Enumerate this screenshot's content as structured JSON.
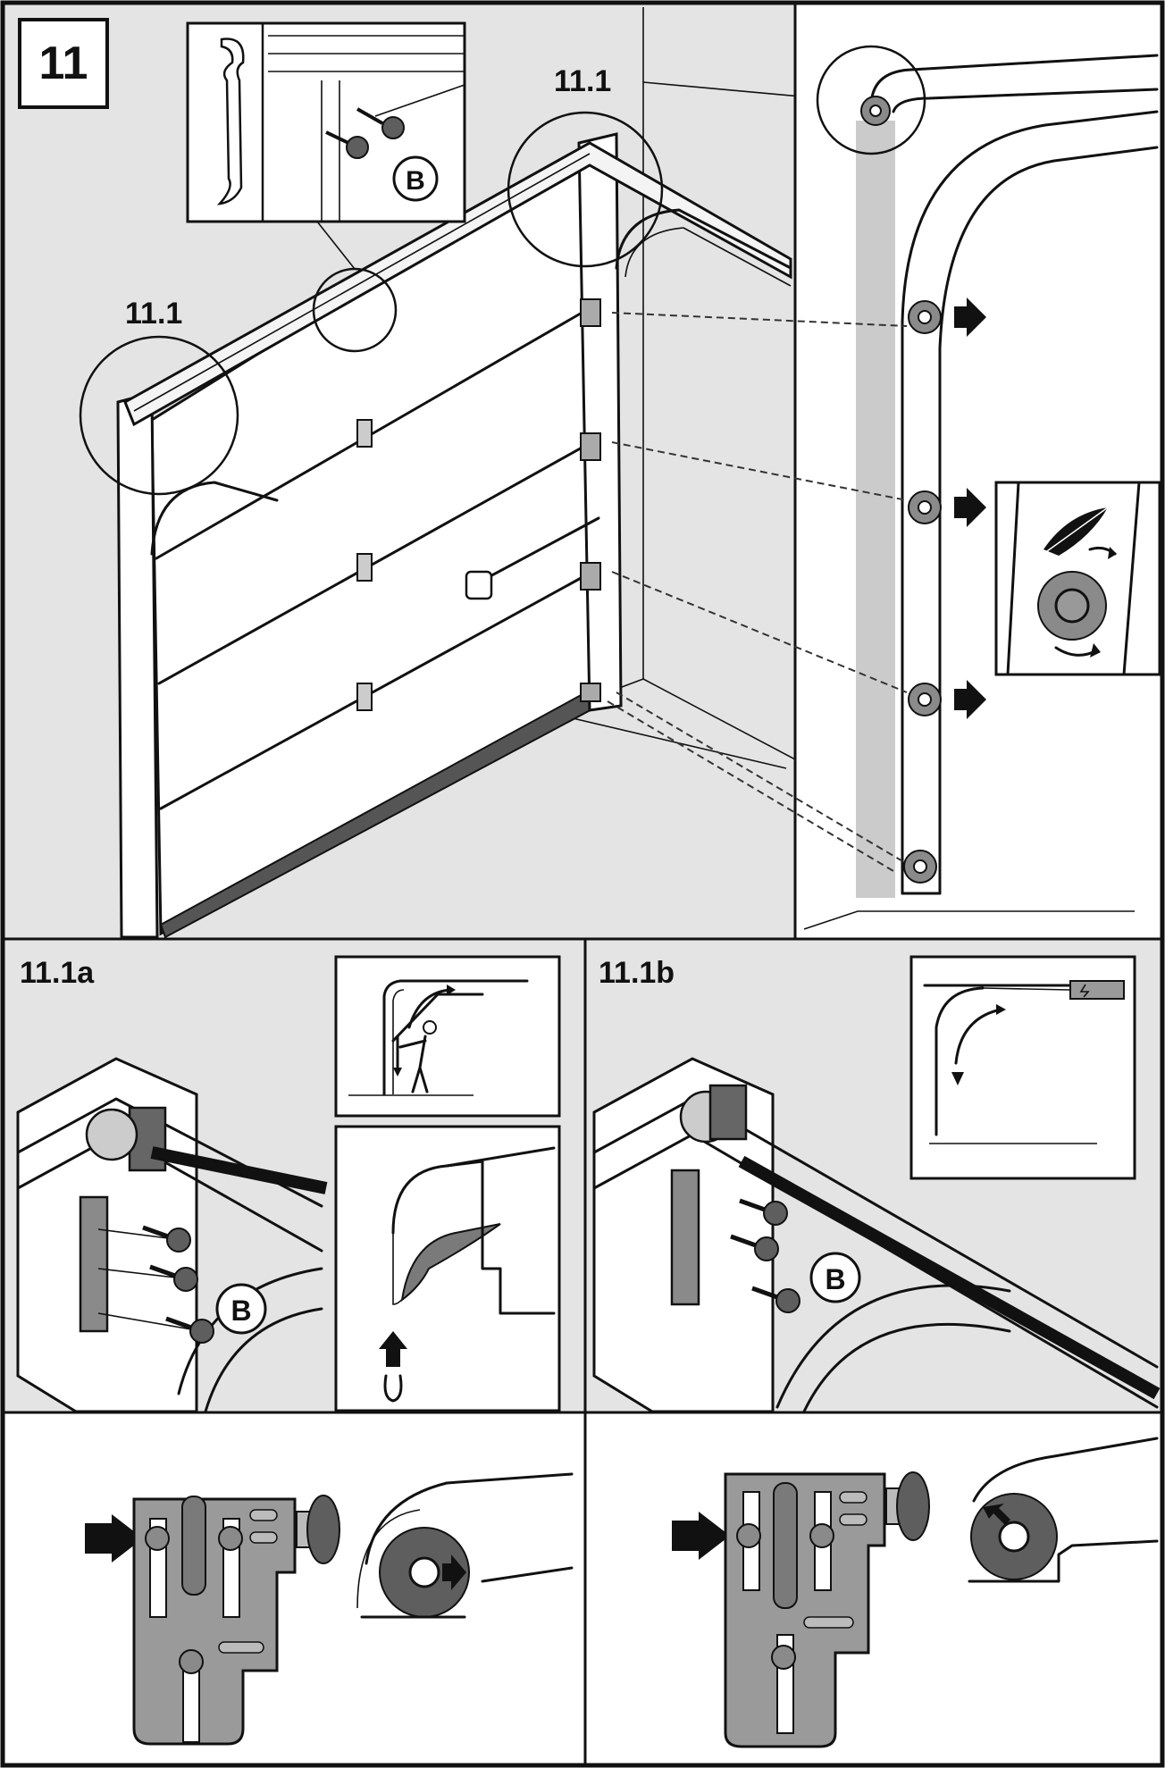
{
  "figure": {
    "step_number": "11",
    "detail_label_top_left": "11.1",
    "detail_label_top_right": "11.1",
    "panel_a_label": "11.1a",
    "panel_b_label": "11.1b",
    "screw_callout_top": "B",
    "screw_callout_a": "B",
    "screw_callout_b": "B"
  },
  "colors": {
    "background_light": "#e4e4e4",
    "panel_gray": "#9a9a9a",
    "roller_gray": "#777777",
    "line": "#111111"
  },
  "icons": {
    "feather": "feather-icon",
    "arrow": "arrow-right-icon",
    "person": "person-pushing-icon",
    "battery": "battery-lightning-icon"
  }
}
